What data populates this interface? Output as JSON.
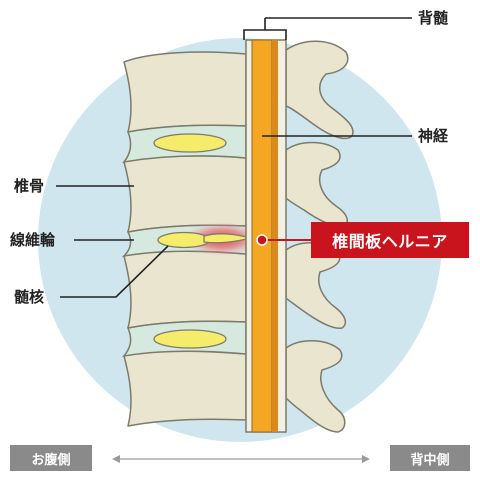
{
  "labels": {
    "spinal_cord": "背髄",
    "nerve": "神経",
    "vertebra": "椎骨",
    "annulus": "線維輪",
    "nucleus": "髄核",
    "hernia": "椎間板ヘルニア"
  },
  "directions": {
    "front": "お腹側",
    "back": "背中側"
  },
  "colors": {
    "background_circle": "#cfe6ee",
    "bone": "#e9e5cf",
    "bone_outline": "#7c7a6b",
    "disc": "#d5e9de",
    "nucleus": "#f4ec6a",
    "spinal_cord": "#f5a623",
    "herniation": "#c9141e"
  }
}
